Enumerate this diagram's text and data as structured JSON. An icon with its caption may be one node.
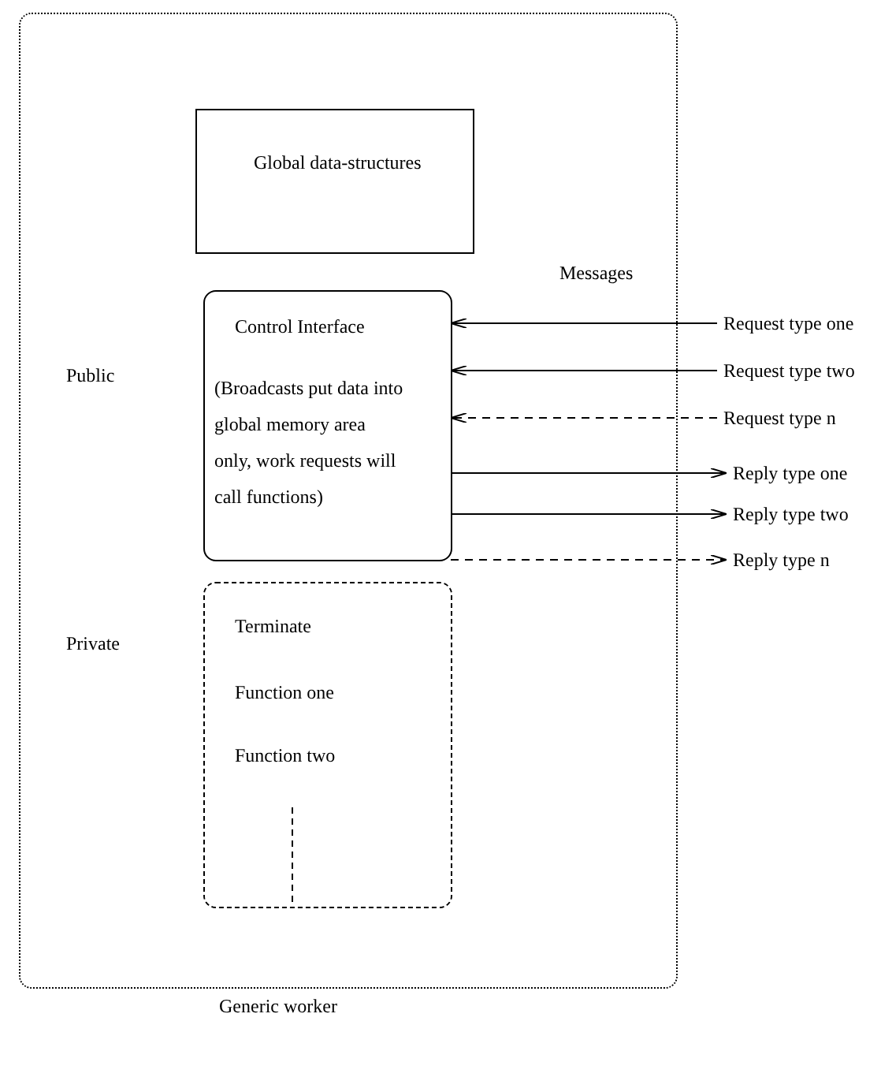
{
  "diagram": {
    "nodes": [
      {
        "text": [
          "Generic worker"
        ]
      },
      {
        "text": [
          "Global data-structures"
        ],
        "in": 0
      },
      {
        "text": [
          "Control Interface",
          "(Broadcasts put data into global memory area only, work requests will call functions)"
        ],
        "in": 0
      },
      {
        "text": [
          "Terminate",
          "Function one",
          "Function two"
        ],
        "in": 0
      },
      {
        "text": [
          "Request type one"
        ]
      },
      {
        "text": [
          "Request type two"
        ]
      },
      {
        "text": [
          "Request type n"
        ]
      },
      {
        "text": [
          "Reply type one"
        ]
      },
      {
        "text": [
          "Reply type two"
        ]
      },
      {
        "text": [
          "Reply type n"
        ]
      }
    ],
    "edges": [
      {
        "from": 4,
        "to": 2,
        "arrow": "to"
      },
      {
        "from": 5,
        "to": 2,
        "arrow": "to"
      },
      {
        "from": 6,
        "to": 2,
        "arrow": "to",
        "style": "dashed"
      },
      {
        "from": 2,
        "to": 7,
        "arrow": "to"
      },
      {
        "from": 2,
        "to": 8,
        "arrow": "to"
      },
      {
        "from": 2,
        "to": 9,
        "arrow": "to",
        "style": "dashed"
      }
    ],
    "labels": [
      "Messages",
      "Public",
      "Private"
    ]
  }
}
